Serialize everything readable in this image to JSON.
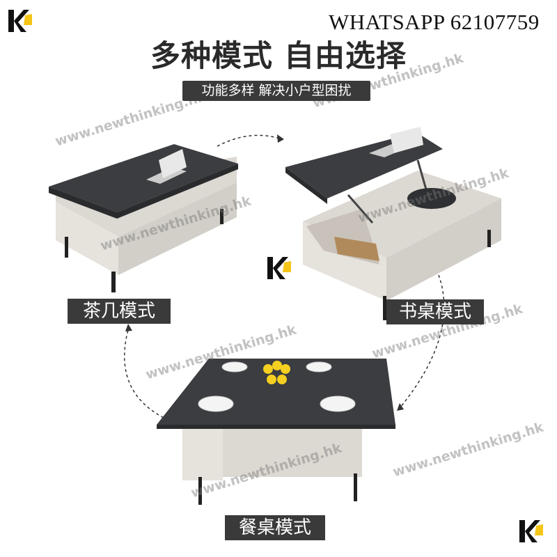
{
  "header": {
    "contact": "WHATSAPP 62107759",
    "title": "多种模式 自由选择",
    "subtitle": "功能多样 解决小户型困扰"
  },
  "modes": {
    "coffee_table": "茶几模式",
    "desk": "书桌模式",
    "dining_table": "餐桌模式"
  },
  "watermark": "www.newthinking.hk",
  "colors": {
    "tabletop": "#3b3d40",
    "body": "#dcd8d2",
    "label_bg": "#3a3a3a",
    "logo_yellow": "#f5c518"
  }
}
